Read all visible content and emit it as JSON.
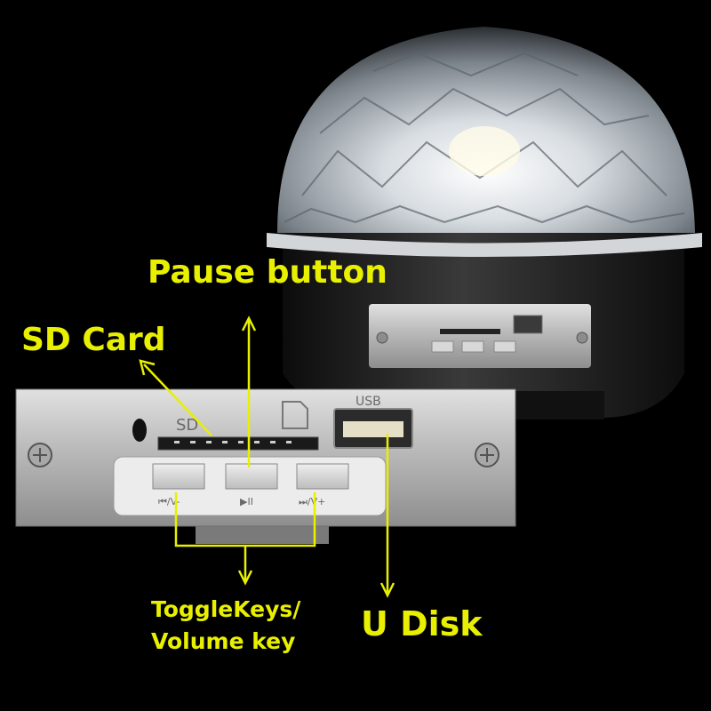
{
  "annotations": {
    "pause_button": "Pause button",
    "sd_card": "SD Card",
    "toggle_keys_line1": "ToggleKeys/",
    "toggle_keys_line2": "Volume key",
    "u_disk": "U Disk"
  },
  "panel": {
    "sd_marking": "SD",
    "usb_marking": "USB",
    "prev_key": "⏮/V-",
    "play_key": "▶II",
    "next_key": "⏭/V+"
  },
  "colors": {
    "background": "#000000",
    "annotation": "#e8f000",
    "panel_silver": "#b9b9b9",
    "lamp_body": "#1a1a1a"
  }
}
